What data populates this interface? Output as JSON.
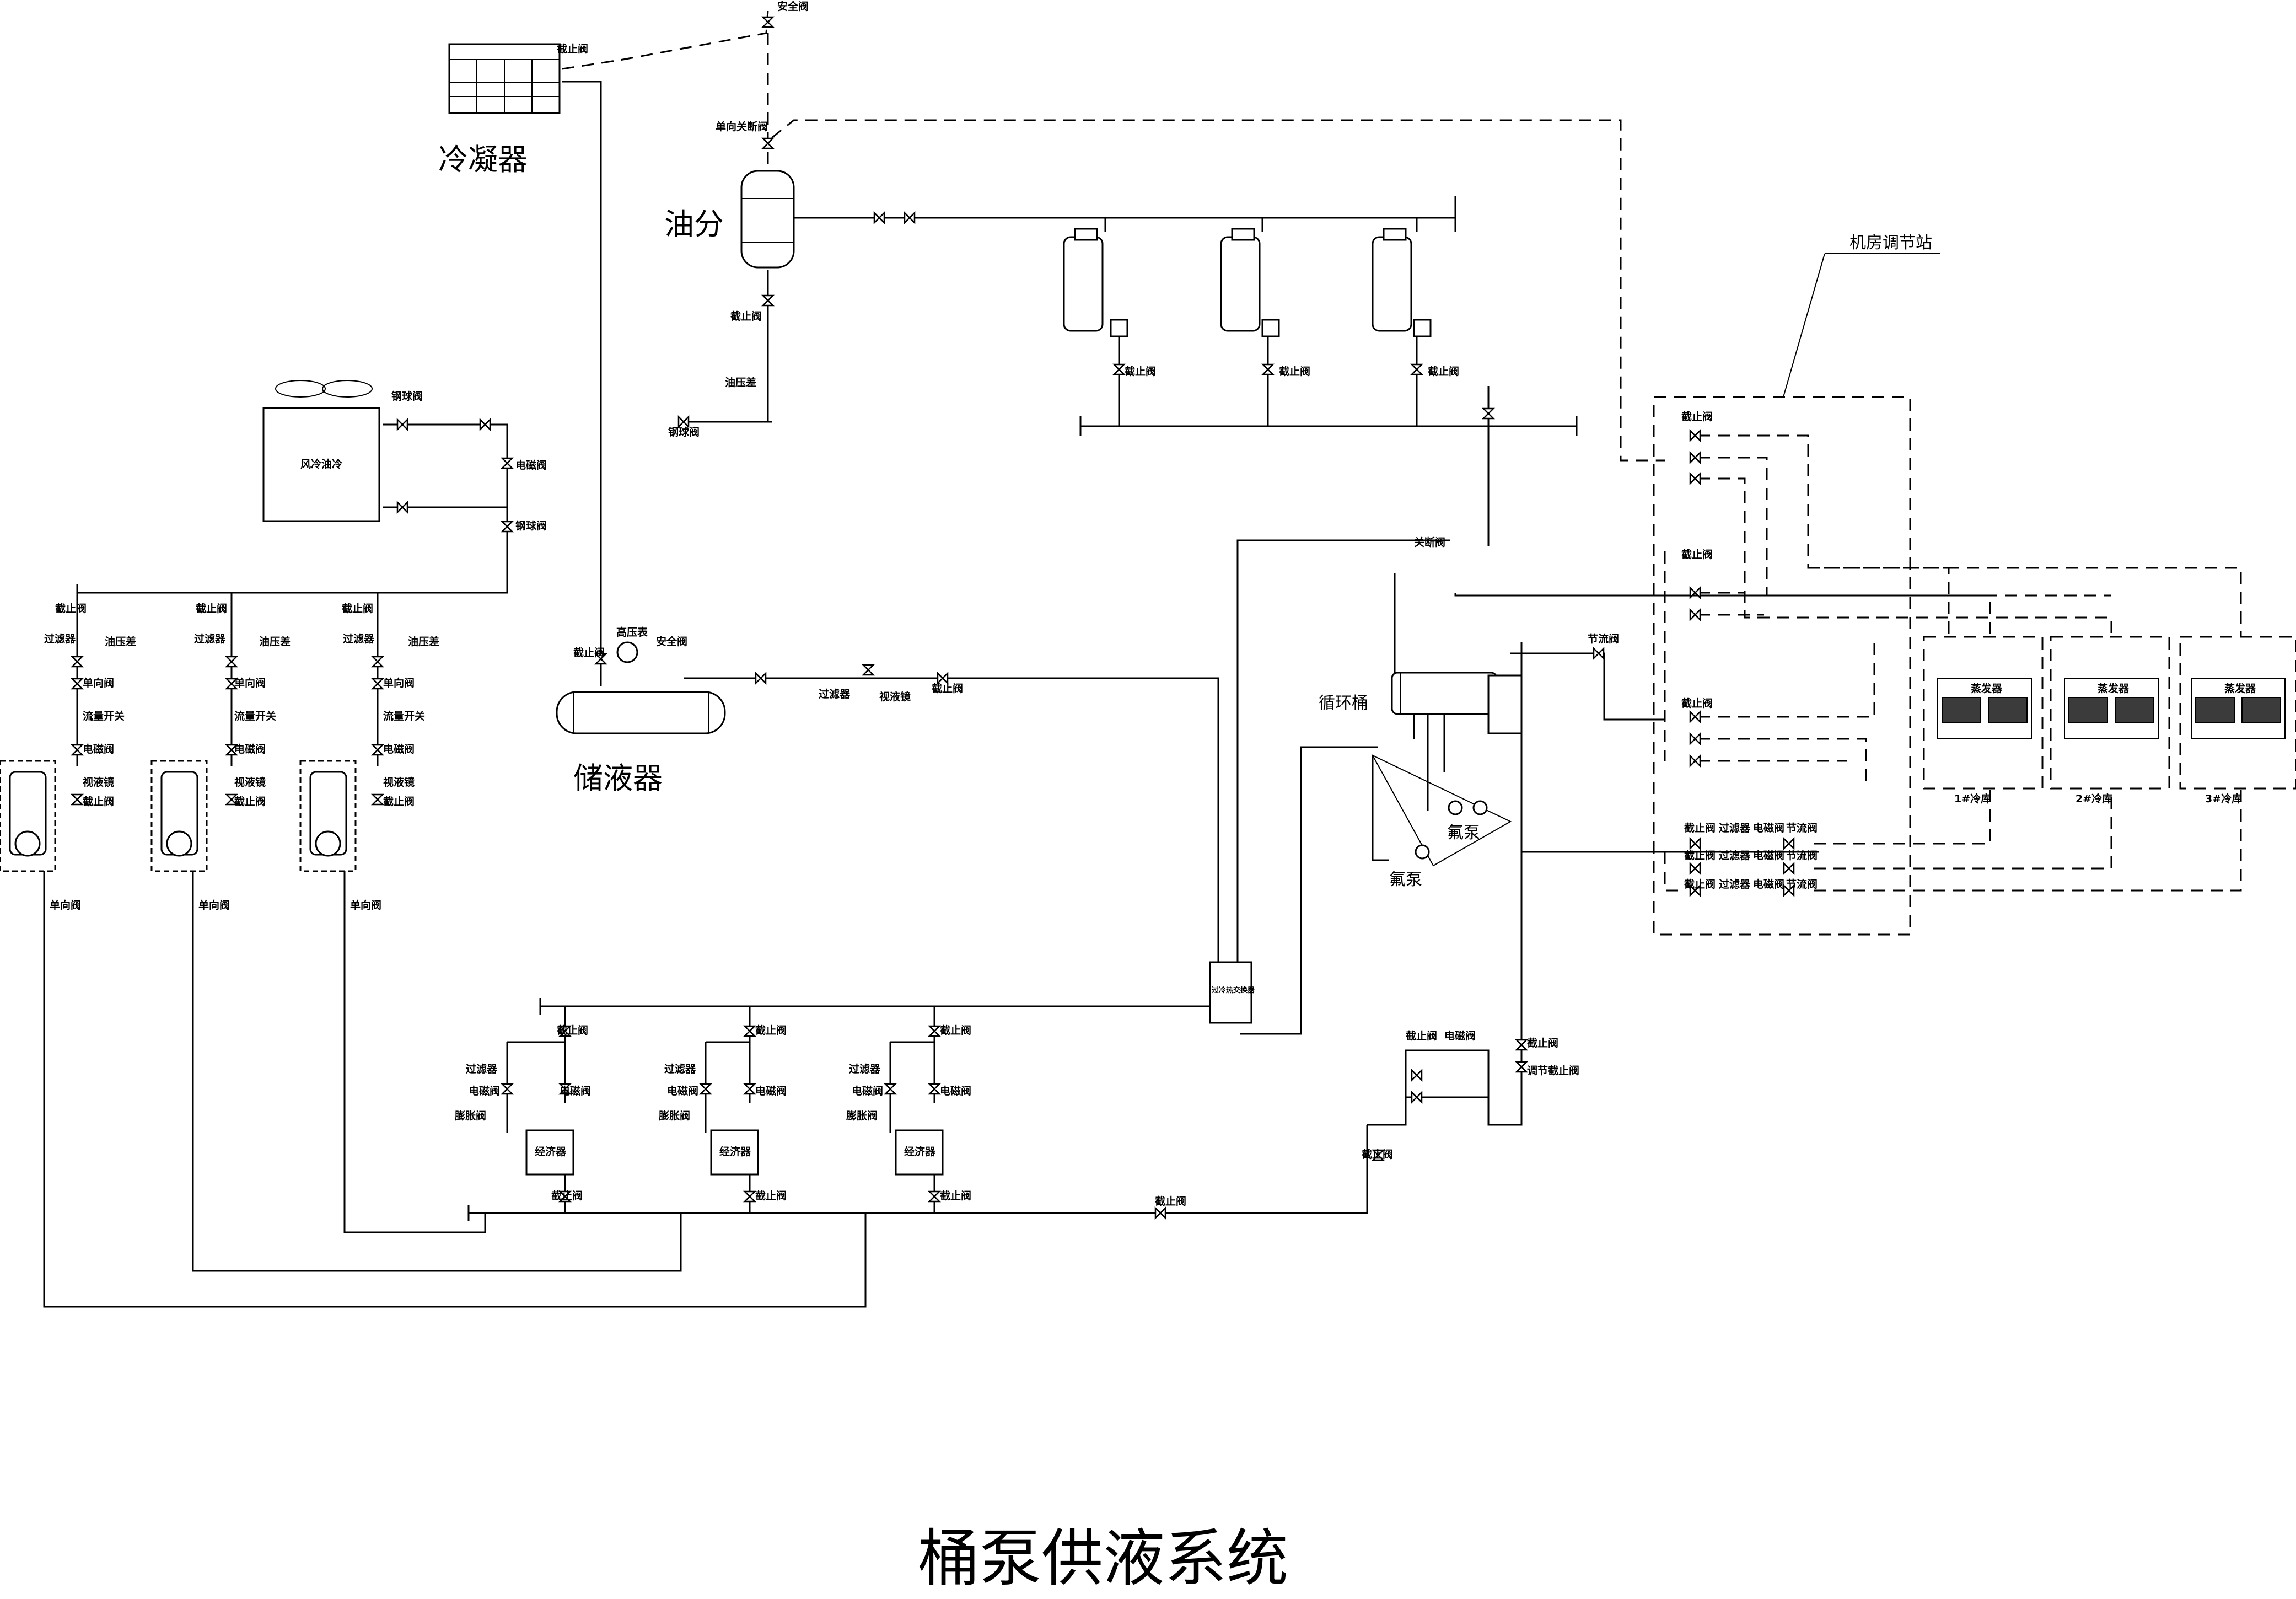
{
  "diagram": {
    "title": "桶泵供液系统",
    "labels": {
      "condenser": "冷凝器",
      "oil_separator": "油分",
      "receiver": "储液器",
      "circulation_barrel": "循环桶",
      "fluorine_pump": "氟泵",
      "room_station": "机房调节站",
      "air_oil_cooler": "风冷油冷",
      "evaporator": "蒸发器",
      "cold_room_1": "1#冷库",
      "cold_room_2": "2#冷库",
      "cold_room_3": "3#冷库",
      "economizer": "经济器",
      "plate_hx": "过冷热交换器"
    },
    "valves": {
      "stop": "截止阀",
      "safety": "安全阀",
      "check_stop": "单向关断阀",
      "ball": "钢球阀",
      "solenoid": "电磁阀",
      "filter": "过滤器",
      "oil_diff": "油压差",
      "check": "单向阀",
      "flow_switch": "流量开关",
      "sight_glass": "视液镜",
      "expansion": "膨胀阀",
      "throttle": "节流阀",
      "high_pressure_gauge": "高压表",
      "shutoff": "关断阀",
      "regulating_stop": "调节截止阀"
    }
  }
}
